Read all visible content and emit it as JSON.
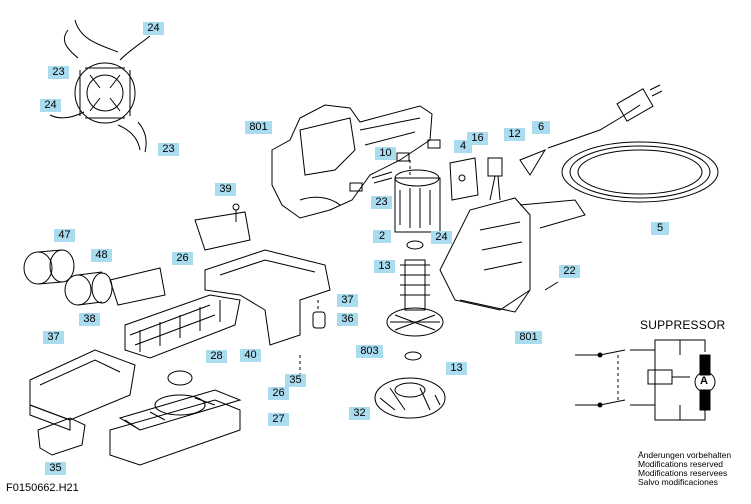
{
  "drawing_code": "F0150662.H21",
  "suppressor": {
    "title": "SUPPRESSOR",
    "meter_symbol": "A"
  },
  "notes": [
    "Änderungen vorbehalten",
    "Modifications reserved",
    "Modifications reservees",
    "Salvo modificaciones"
  ],
  "callouts": [
    {
      "id": "24a",
      "label": "24"
    },
    {
      "id": "23a",
      "label": "23"
    },
    {
      "id": "24b",
      "label": "24"
    },
    {
      "id": "23b",
      "label": "23"
    },
    {
      "id": "801a",
      "label": "801"
    },
    {
      "id": "6",
      "label": "6"
    },
    {
      "id": "12",
      "label": "12"
    },
    {
      "id": "16",
      "label": "16"
    },
    {
      "id": "10",
      "label": "10"
    },
    {
      "id": "4",
      "label": "4"
    },
    {
      "id": "39",
      "label": "39"
    },
    {
      "id": "23c",
      "label": "23"
    },
    {
      "id": "2",
      "label": "2"
    },
    {
      "id": "24c",
      "label": "24"
    },
    {
      "id": "5",
      "label": "5"
    },
    {
      "id": "47",
      "label": "47"
    },
    {
      "id": "48",
      "label": "48"
    },
    {
      "id": "26a",
      "label": "26"
    },
    {
      "id": "13a",
      "label": "13"
    },
    {
      "id": "22",
      "label": "22"
    },
    {
      "id": "37a",
      "label": "37"
    },
    {
      "id": "38",
      "label": "38"
    },
    {
      "id": "36",
      "label": "36"
    },
    {
      "id": "801b",
      "label": "801"
    },
    {
      "id": "37b",
      "label": "37"
    },
    {
      "id": "40",
      "label": "40"
    },
    {
      "id": "803",
      "label": "803"
    },
    {
      "id": "28",
      "label": "28"
    },
    {
      "id": "13b",
      "label": "13"
    },
    {
      "id": "35a",
      "label": "35"
    },
    {
      "id": "26b",
      "label": "26"
    },
    {
      "id": "32",
      "label": "32"
    },
    {
      "id": "27",
      "label": "27"
    },
    {
      "id": "35b",
      "label": "35"
    }
  ]
}
